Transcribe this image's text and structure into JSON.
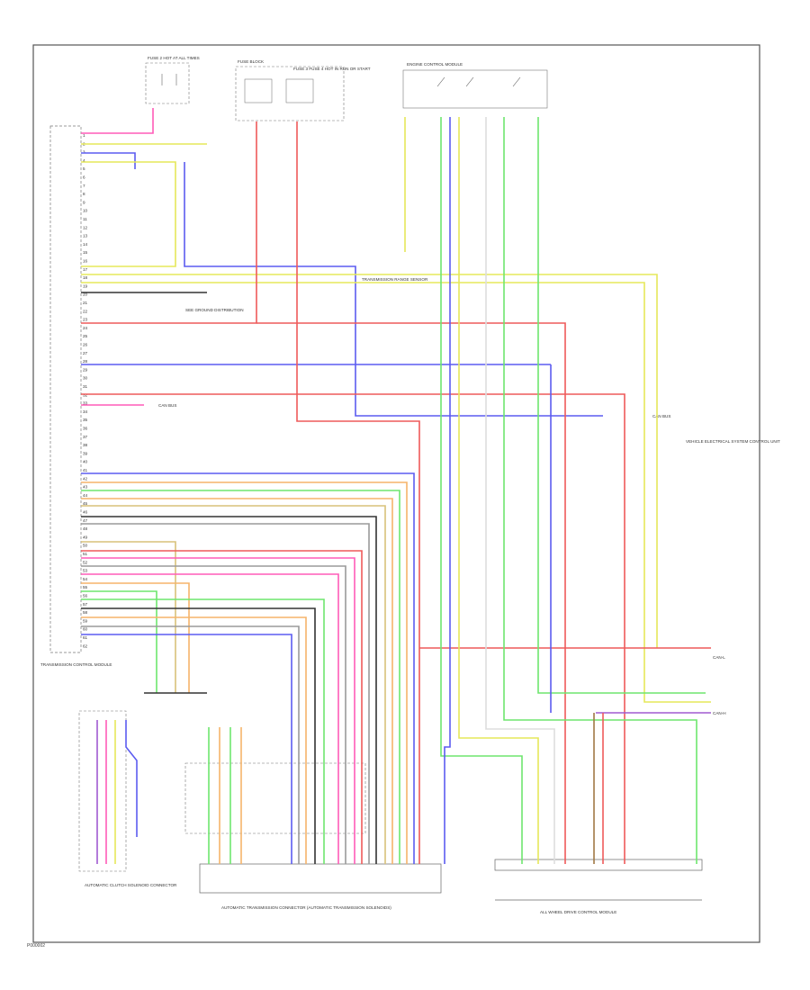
{
  "figure_code": "P000002",
  "colors": {
    "frame": "#555555",
    "yellow": "#e6e85a",
    "red": "#ee5a5a",
    "pink": "#ff5bb8",
    "blue": "#5b5bf0",
    "green": "#6ee66e",
    "orange": "#f5b46a",
    "gray": "#9a9a9a",
    "brown": "#a07845",
    "black": "#333333",
    "tan": "#d9c27a",
    "violet": "#a05ad0",
    "white": "#dddddd"
  },
  "components": {
    "fuse_hot_at_all_times": "FUSE 2 HOT AT ALL TIMES",
    "fuse_block": "FUSE BLOCK",
    "fuse_hot_run_start": "FUSE 3 FUSE 4 HOT IN RUN OR START",
    "engine_control_module": "ENGINE CONTROL MODULE",
    "transmission_control_module": "TRANSMISSION CONTROL MODULE",
    "automatic_clutch_solenoid": "AUTOMATIC CLUTCH SOLENOID CONNECTOR",
    "automatic_transmission_connector": "AUTOMATIC TRANSMISSION CONNECTOR (AUTOMATIC TRANSMISSION SOLENOIDS)",
    "all_wheel_drive_module": "ALL WHEEL DRIVE CONTROL MODULE",
    "vehicle_control_unit": "VEHICLE ELECTRICAL SYSTEM CONTROL UNIT",
    "range_sensor": "TRANSMISSION RANGE SENSOR"
  },
  "notes": {
    "tcm_pin_ref": "SEE GROUND DISTRIBUTION",
    "can_bus_left": "CAN BUS",
    "can_bus_right": "CAN BUS",
    "output_1": "CAN-L",
    "output_2": "CAN-H"
  },
  "tcm_pins": [
    "1",
    "2",
    "3",
    "4",
    "5",
    "6",
    "7",
    "8",
    "9",
    "10",
    "11",
    "12",
    "13",
    "14",
    "15",
    "16",
    "17",
    "18",
    "19",
    "20",
    "21",
    "22",
    "23",
    "24",
    "25",
    "26",
    "27",
    "28",
    "29",
    "30",
    "31",
    "32",
    "33",
    "34",
    "35",
    "36",
    "37",
    "38",
    "39",
    "40",
    "41",
    "42",
    "43",
    "44",
    "45",
    "46",
    "47",
    "48",
    "49",
    "50",
    "51",
    "52",
    "53",
    "54",
    "55",
    "56",
    "57",
    "58",
    "59",
    "60",
    "61",
    "62"
  ]
}
